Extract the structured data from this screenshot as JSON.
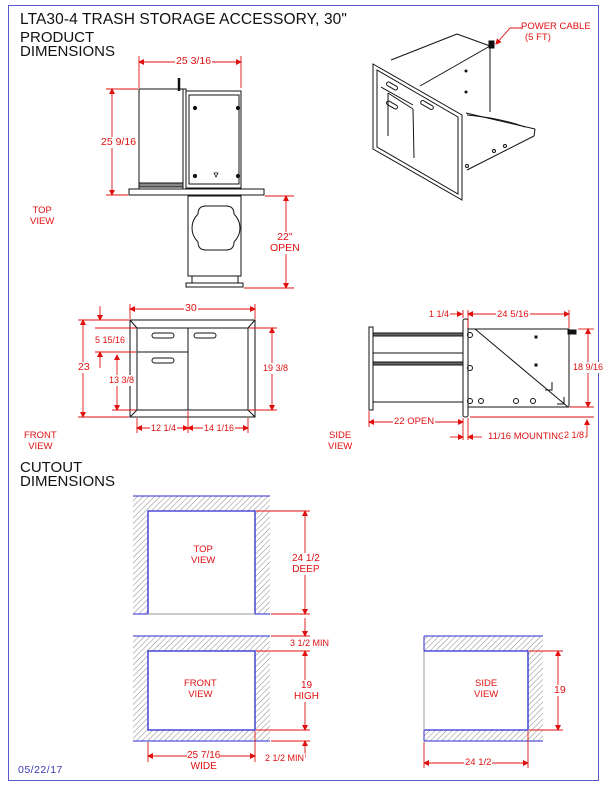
{
  "document": {
    "title": "LTA30-4  TRASH STORAGE ACCESSORY, 30\"",
    "date": "05/22/17"
  },
  "sections": {
    "product_dimensions": {
      "line1": "PRODUCT",
      "line2": "DIMENSIONS"
    },
    "cutout_dimensions": {
      "line1": "CUTOUT",
      "line2": "DIMENSIONS"
    }
  },
  "product_views": {
    "isometric": {
      "callout_line1": "POWER CABLE",
      "callout_line2": "(5 FT)"
    },
    "top_view": {
      "label_line1": "TOP",
      "label_line2": "VIEW",
      "width": "25 3/16",
      "depth": "25 9/16",
      "open_line1": "22\"",
      "open_line2": "OPEN"
    },
    "front_view": {
      "label_line1": "FRONT",
      "label_line2": "VIEW",
      "overall_width": "30",
      "overall_height": "23",
      "drawer_height": "5 15/16",
      "door_height": "13 3/8",
      "opening_height": "19 3/8",
      "left_width": "12 1/4",
      "right_width": "14 1/16"
    },
    "side_view": {
      "label_line1": "SIDE",
      "label_line2": "VIEW",
      "flange": "1 1/4",
      "body_depth": "24 5/16",
      "body_height": "18 9/16",
      "open": "22 OPEN",
      "mounting": "11/16 MOUNTING",
      "bottom_offset": "2 1/8"
    }
  },
  "cutout_views": {
    "top_view": {
      "label_line1": "TOP",
      "label_line2": "VIEW",
      "depth_line1": "24 1/2",
      "depth_line2": "DEEP"
    },
    "front_view": {
      "label_line1": "FRONT",
      "label_line2": "VIEW",
      "top_min": "3 1/2 MIN",
      "height_line1": "19",
      "height_line2": "HIGH",
      "bottom_min": "2 1/2 MIN",
      "width_line1": "25 7/16",
      "width_line2": "WIDE"
    },
    "side_view": {
      "label_line1": "SIDE",
      "label_line2": "VIEW",
      "height": "19",
      "depth": "24 1/2"
    }
  },
  "colors": {
    "frame": "#5a5ac8",
    "dimension": "#e01010",
    "cutout_edge": "#2a2ad0",
    "drawing": "#111111"
  }
}
